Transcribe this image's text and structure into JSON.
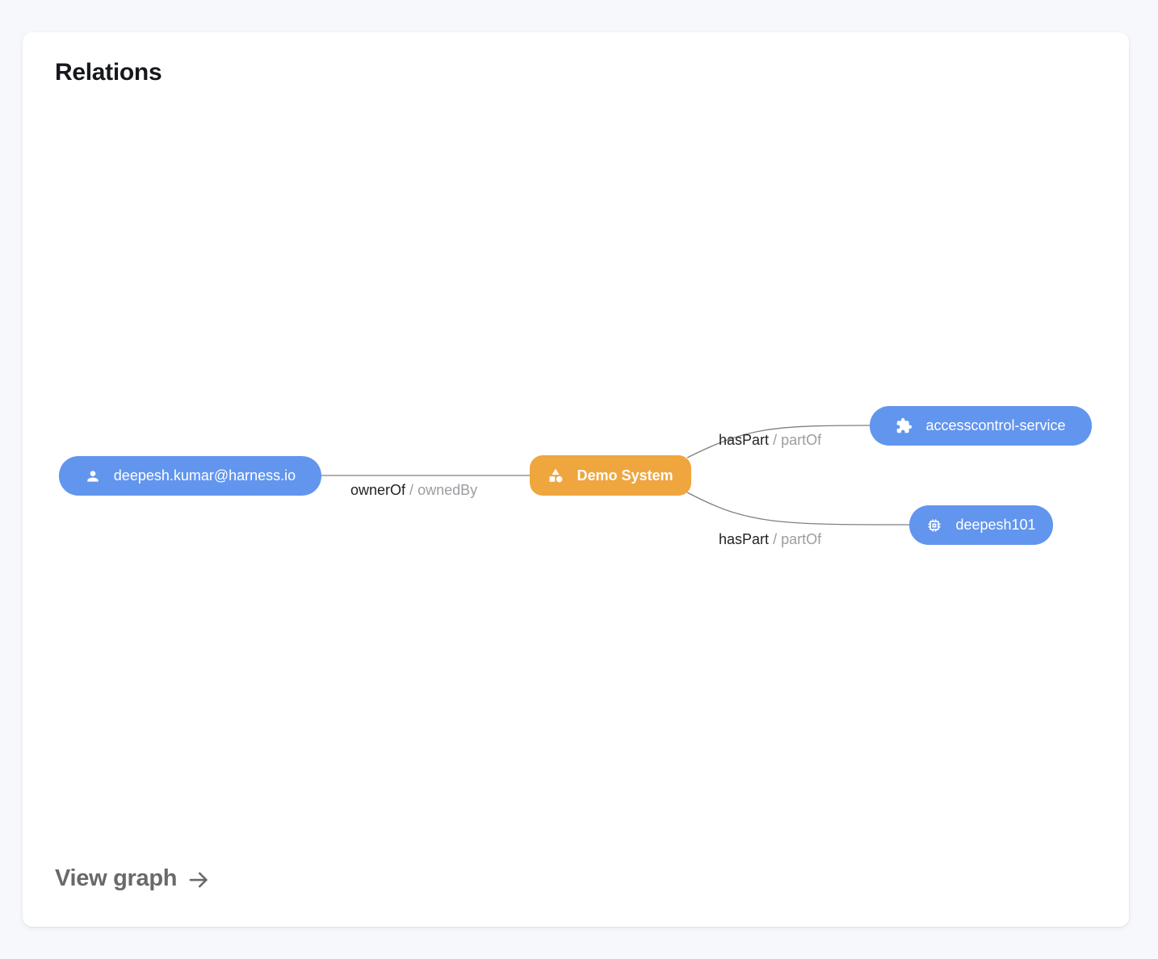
{
  "card": {
    "title": "Relations",
    "view_graph_label": "View graph",
    "view_graph_arrow_icon": "arrow-right-icon"
  },
  "graph": {
    "nodes": [
      {
        "id": "user",
        "label": "deepesh.kumar@harness.io",
        "icon": "person-icon",
        "color": "#6295ee"
      },
      {
        "id": "system",
        "label": "Demo System",
        "icon": "category-icon",
        "color": "#efa63e"
      },
      {
        "id": "service",
        "label": "accesscontrol-service",
        "icon": "extension-icon",
        "color": "#6295ee"
      },
      {
        "id": "component",
        "label": "deepesh101",
        "icon": "memory-icon",
        "color": "#6295ee"
      }
    ],
    "edges": [
      {
        "from": "user",
        "to": "system",
        "forward": "ownerOf",
        "separator": "/",
        "reverse": "ownedBy"
      },
      {
        "from": "system",
        "to": "service",
        "forward": "hasPart",
        "separator": "/",
        "reverse": "partOf"
      },
      {
        "from": "system",
        "to": "component",
        "forward": "hasPart",
        "separator": "/",
        "reverse": "partOf"
      }
    ]
  },
  "colors": {
    "page_background": "#f6f8fc",
    "card_background": "#ffffff",
    "node_blue": "#6295ee",
    "node_orange": "#efa63e",
    "node_text": "#ffffff",
    "edge_line": "#808080",
    "edge_label_dark": "#212326",
    "edge_label_gray": "#9b9da1",
    "title_text": "#16181d",
    "view_graph_text": "#67696c"
  }
}
